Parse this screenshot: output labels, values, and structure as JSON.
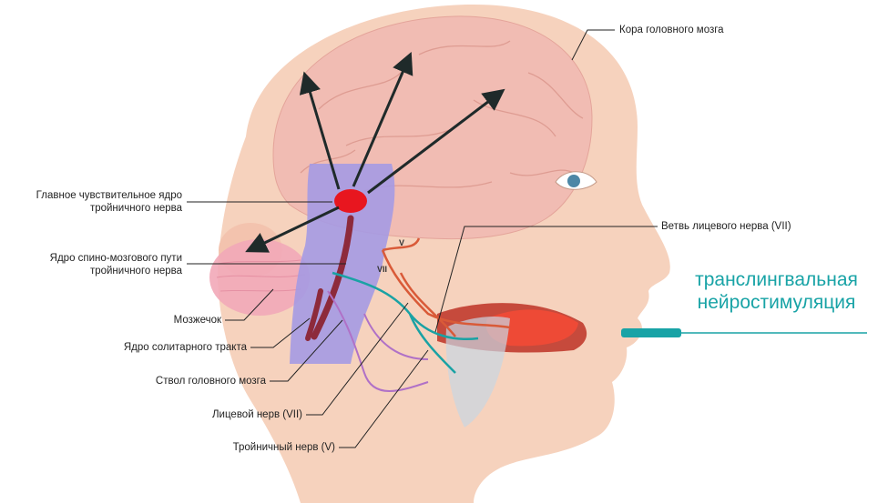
{
  "labels": {
    "cortex": "Кора головного мозга",
    "main_nucleus_line1": "Главное чувствительное ядро",
    "main_nucleus_line2": "тройничного нерва",
    "spinal_nucleus_line1": "Ядро спино-мозгового пути",
    "spinal_nucleus_line2": "тройничного нерва",
    "cerebellum": "Мозжечок",
    "solitary_nucleus": "Ядро солитарного тракта",
    "brainstem": "Ствол головного мозга",
    "facial_nerve": "Лицевой нерв (VII)",
    "trigeminal_nerve": "Тройничный нерв (V)",
    "facial_branch": "Ветвь лицевого нерва (VII)"
  },
  "nerve_marks": {
    "v": "V",
    "vii": "VII"
  },
  "tns": {
    "line1": "транслингвальная",
    "line2": "нейростимуляция"
  },
  "colors": {
    "tns_accent": "#18a3a6",
    "skin": "#f6d2bd",
    "brain": "#f1bcb3",
    "brainstem": "#a59ae3",
    "nucleus": "#e8161f",
    "tongue": "#ee4a36",
    "facial_nerve": "#1aa2a4",
    "trigeminal_nerve": "#d95a38"
  }
}
